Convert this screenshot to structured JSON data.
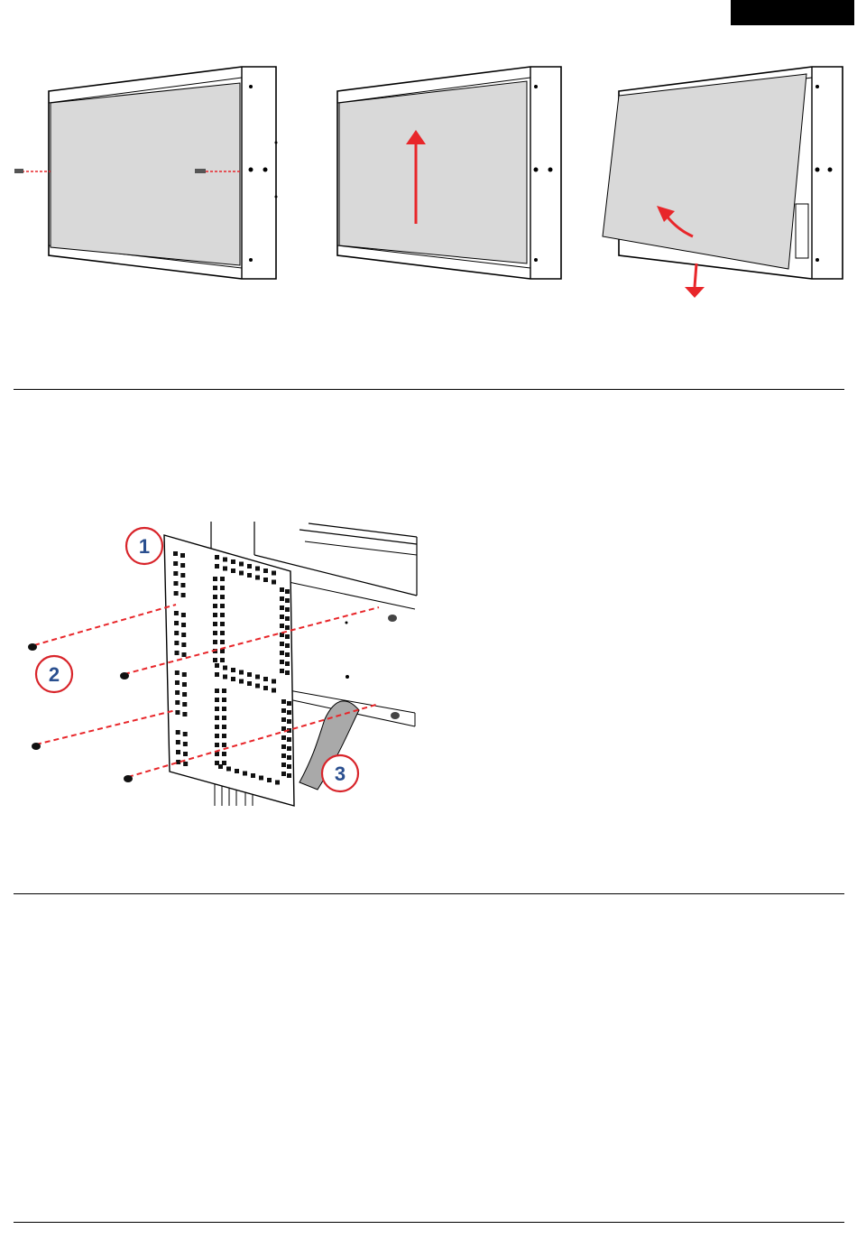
{
  "colors": {
    "panel_fill": "#d9d9d9",
    "arrow": "#e8262a",
    "callout_ring": "#d8242a",
    "callout_text": "#2a4f8f",
    "cable": "#a9a9a9"
  },
  "callouts": [
    {
      "label": "1"
    },
    {
      "label": "2"
    },
    {
      "label": "3"
    }
  ],
  "icons": {
    "step1": "screw-remove-icon",
    "step2": "arrow-up-icon",
    "step3": "tilt-arrow-icon"
  }
}
